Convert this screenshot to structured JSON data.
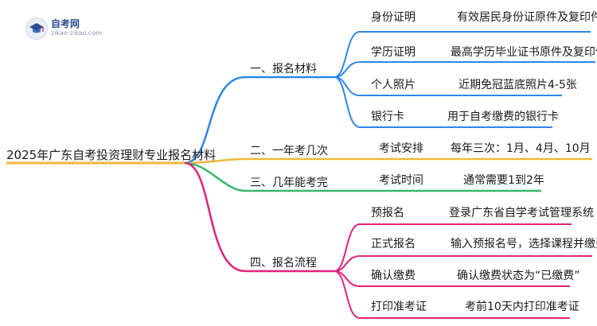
{
  "logo": {
    "name": "自考网",
    "url": "zikao-zikao.com",
    "icon": "graduation-cap-icon"
  },
  "root": "2025年广东自考投资理财专业报名材料",
  "colors": {
    "blue": "#2f86e8",
    "orange": "#f2b63c",
    "green": "#36b86c",
    "magenta": "#e0237c"
  },
  "branches": [
    {
      "label": "一、报名材料",
      "items": [
        {
          "label": "身份证明",
          "value": "有效居民身份证原件及复印件"
        },
        {
          "label": "学历证明",
          "value": "最高学历毕业证书原件及复印件"
        },
        {
          "label": "个人照片",
          "value": "近期免冠蓝底照片4-5张"
        },
        {
          "label": "银行卡",
          "value": "用于自考缴费的银行卡"
        }
      ]
    },
    {
      "label": "二、一年考几次",
      "items": [
        {
          "label": "考试安排",
          "value": "每年三次：1月、4月、10月"
        }
      ]
    },
    {
      "label": "三、几年能考完",
      "items": [
        {
          "label": "考试时间",
          "value": "通常需要1到2年"
        }
      ]
    },
    {
      "label": "四、报名流程",
      "items": [
        {
          "label": "预报名",
          "value": "登录广东省自学考试管理系统"
        },
        {
          "label": "正式报名",
          "value": "输入预报名号，选择课程并缴费"
        },
        {
          "label": "确认缴费",
          "value": "确认缴费状态为“已缴费”"
        },
        {
          "label": "打印准考证",
          "value": "考前10天内打印准考证"
        }
      ]
    }
  ]
}
